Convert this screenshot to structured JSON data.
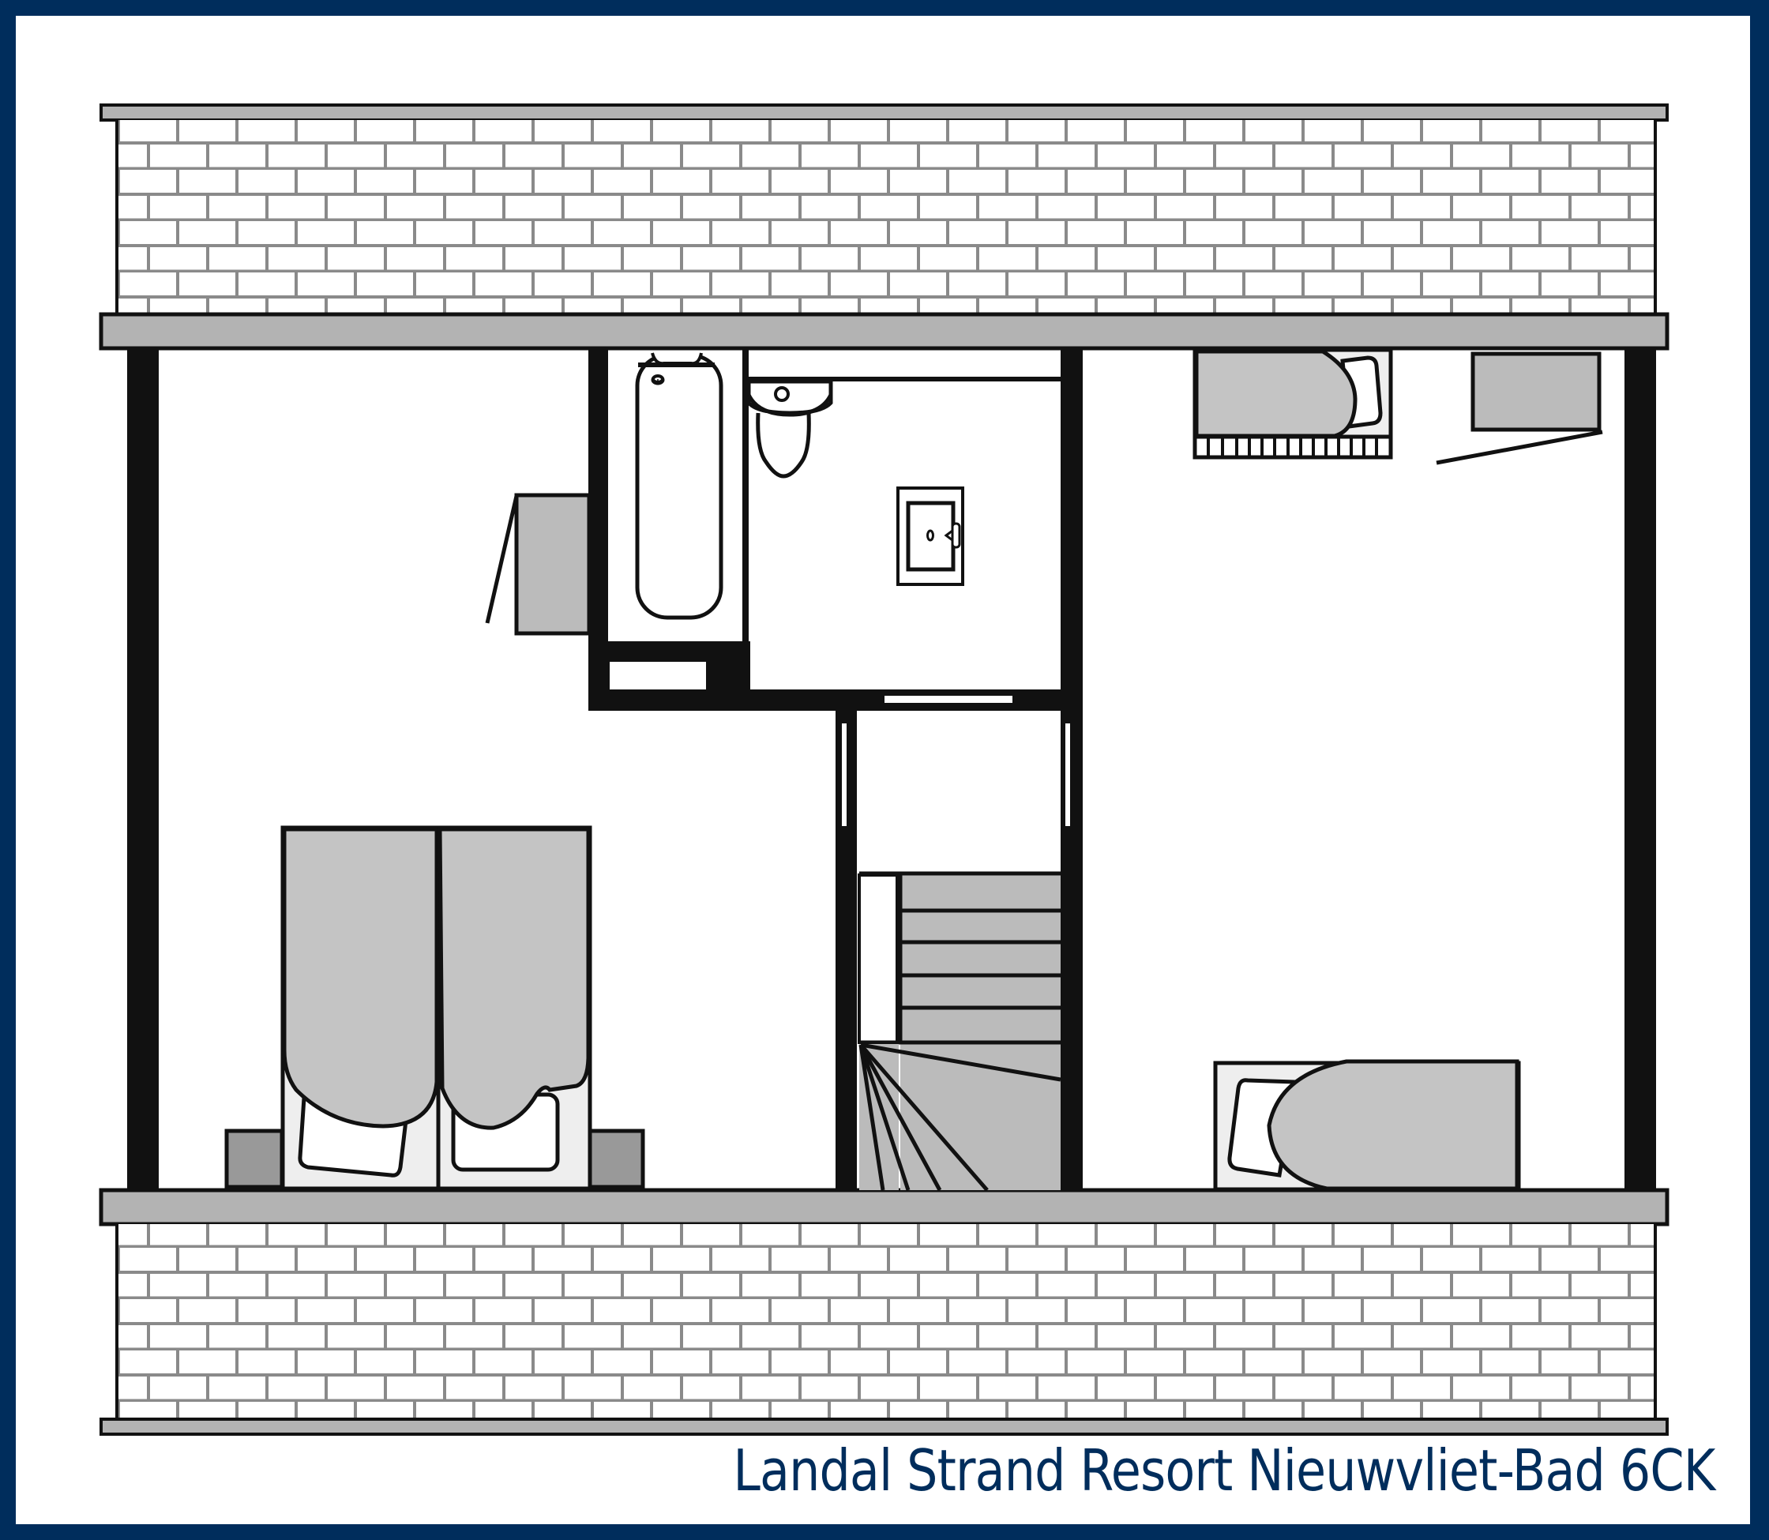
{
  "caption": "Landal Strand Resort Nieuwvliet-Bad 6CK",
  "colors": {
    "frame_border": "#002d5c",
    "caption_text": "#002d5c",
    "wall": "#111111",
    "roof_beam": "#b3b3b3",
    "brick_mortar": "#8a8a8a",
    "furniture_gray": "#c4c4c4",
    "bedside_gray": "#999999",
    "stair_gray": "#bbbbbb",
    "background": "#ffffff"
  },
  "plan": {
    "floor": "upper floor (attic)",
    "rooms": [
      {
        "id": "bedroom-1",
        "furniture": [
          "double-bed",
          "bedside-table-left",
          "bedside-table-right",
          "desk-with-chair"
        ]
      },
      {
        "id": "bathroom",
        "furniture": [
          "bathtub",
          "toilet",
          "washbasin",
          "storage-niche"
        ]
      },
      {
        "id": "landing",
        "furniture": [
          "staircase"
        ]
      },
      {
        "id": "bedroom-2",
        "furniture": [
          "single-bed-top",
          "single-bed-bottom",
          "wardrobe"
        ]
      }
    ],
    "staircase": {
      "straight_treads": 5,
      "winder_treads": 5
    }
  }
}
